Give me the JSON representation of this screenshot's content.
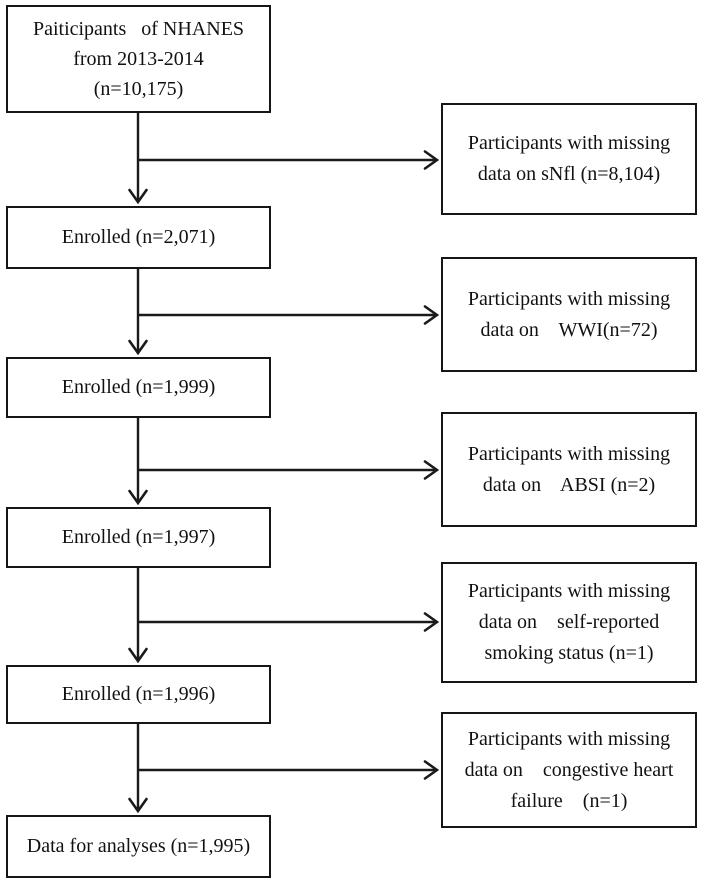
{
  "figure": {
    "type": "participant-flow-diagram",
    "background_color": "#ffffff",
    "line_color": "#1a1a1a",
    "text_color": "#111111"
  },
  "flow": {
    "main_boxes": [
      {
        "id": "participants",
        "lines": [
          "Paiticipants   of NHANES",
          "from 2013-2014",
          "(n=10,175)"
        ]
      },
      {
        "id": "enrolled-1",
        "lines": [
          "Enrolled (n=2,071)"
        ]
      },
      {
        "id": "enrolled-2",
        "lines": [
          "Enrolled (n=1,999)"
        ]
      },
      {
        "id": "enrolled-3",
        "lines": [
          "Enrolled (n=1,997)"
        ]
      },
      {
        "id": "enrolled-4",
        "lines": [
          "Enrolled (n=1,996)"
        ]
      },
      {
        "id": "final",
        "lines": [
          "Data for analyses (n=1,995)"
        ]
      }
    ],
    "exclusion_boxes": [
      {
        "id": "excl-snfl",
        "lines": [
          "Participants with missing",
          "data on sNfl (n=8,104)"
        ]
      },
      {
        "id": "excl-wwi",
        "lines": [
          "Participants with missing",
          "data on    WWI(n=72)"
        ]
      },
      {
        "id": "excl-absi",
        "lines": [
          "Participants with missing",
          "data on    ABSI (n=2)"
        ]
      },
      {
        "id": "excl-smoking",
        "lines": [
          "Participants with missing",
          "data on    self-reported",
          "smoking status (n=1)"
        ]
      },
      {
        "id": "excl-chf",
        "lines": [
          "Participants with missing",
          "data on    congestive heart",
          "failure    (n=1)"
        ]
      }
    ]
  }
}
